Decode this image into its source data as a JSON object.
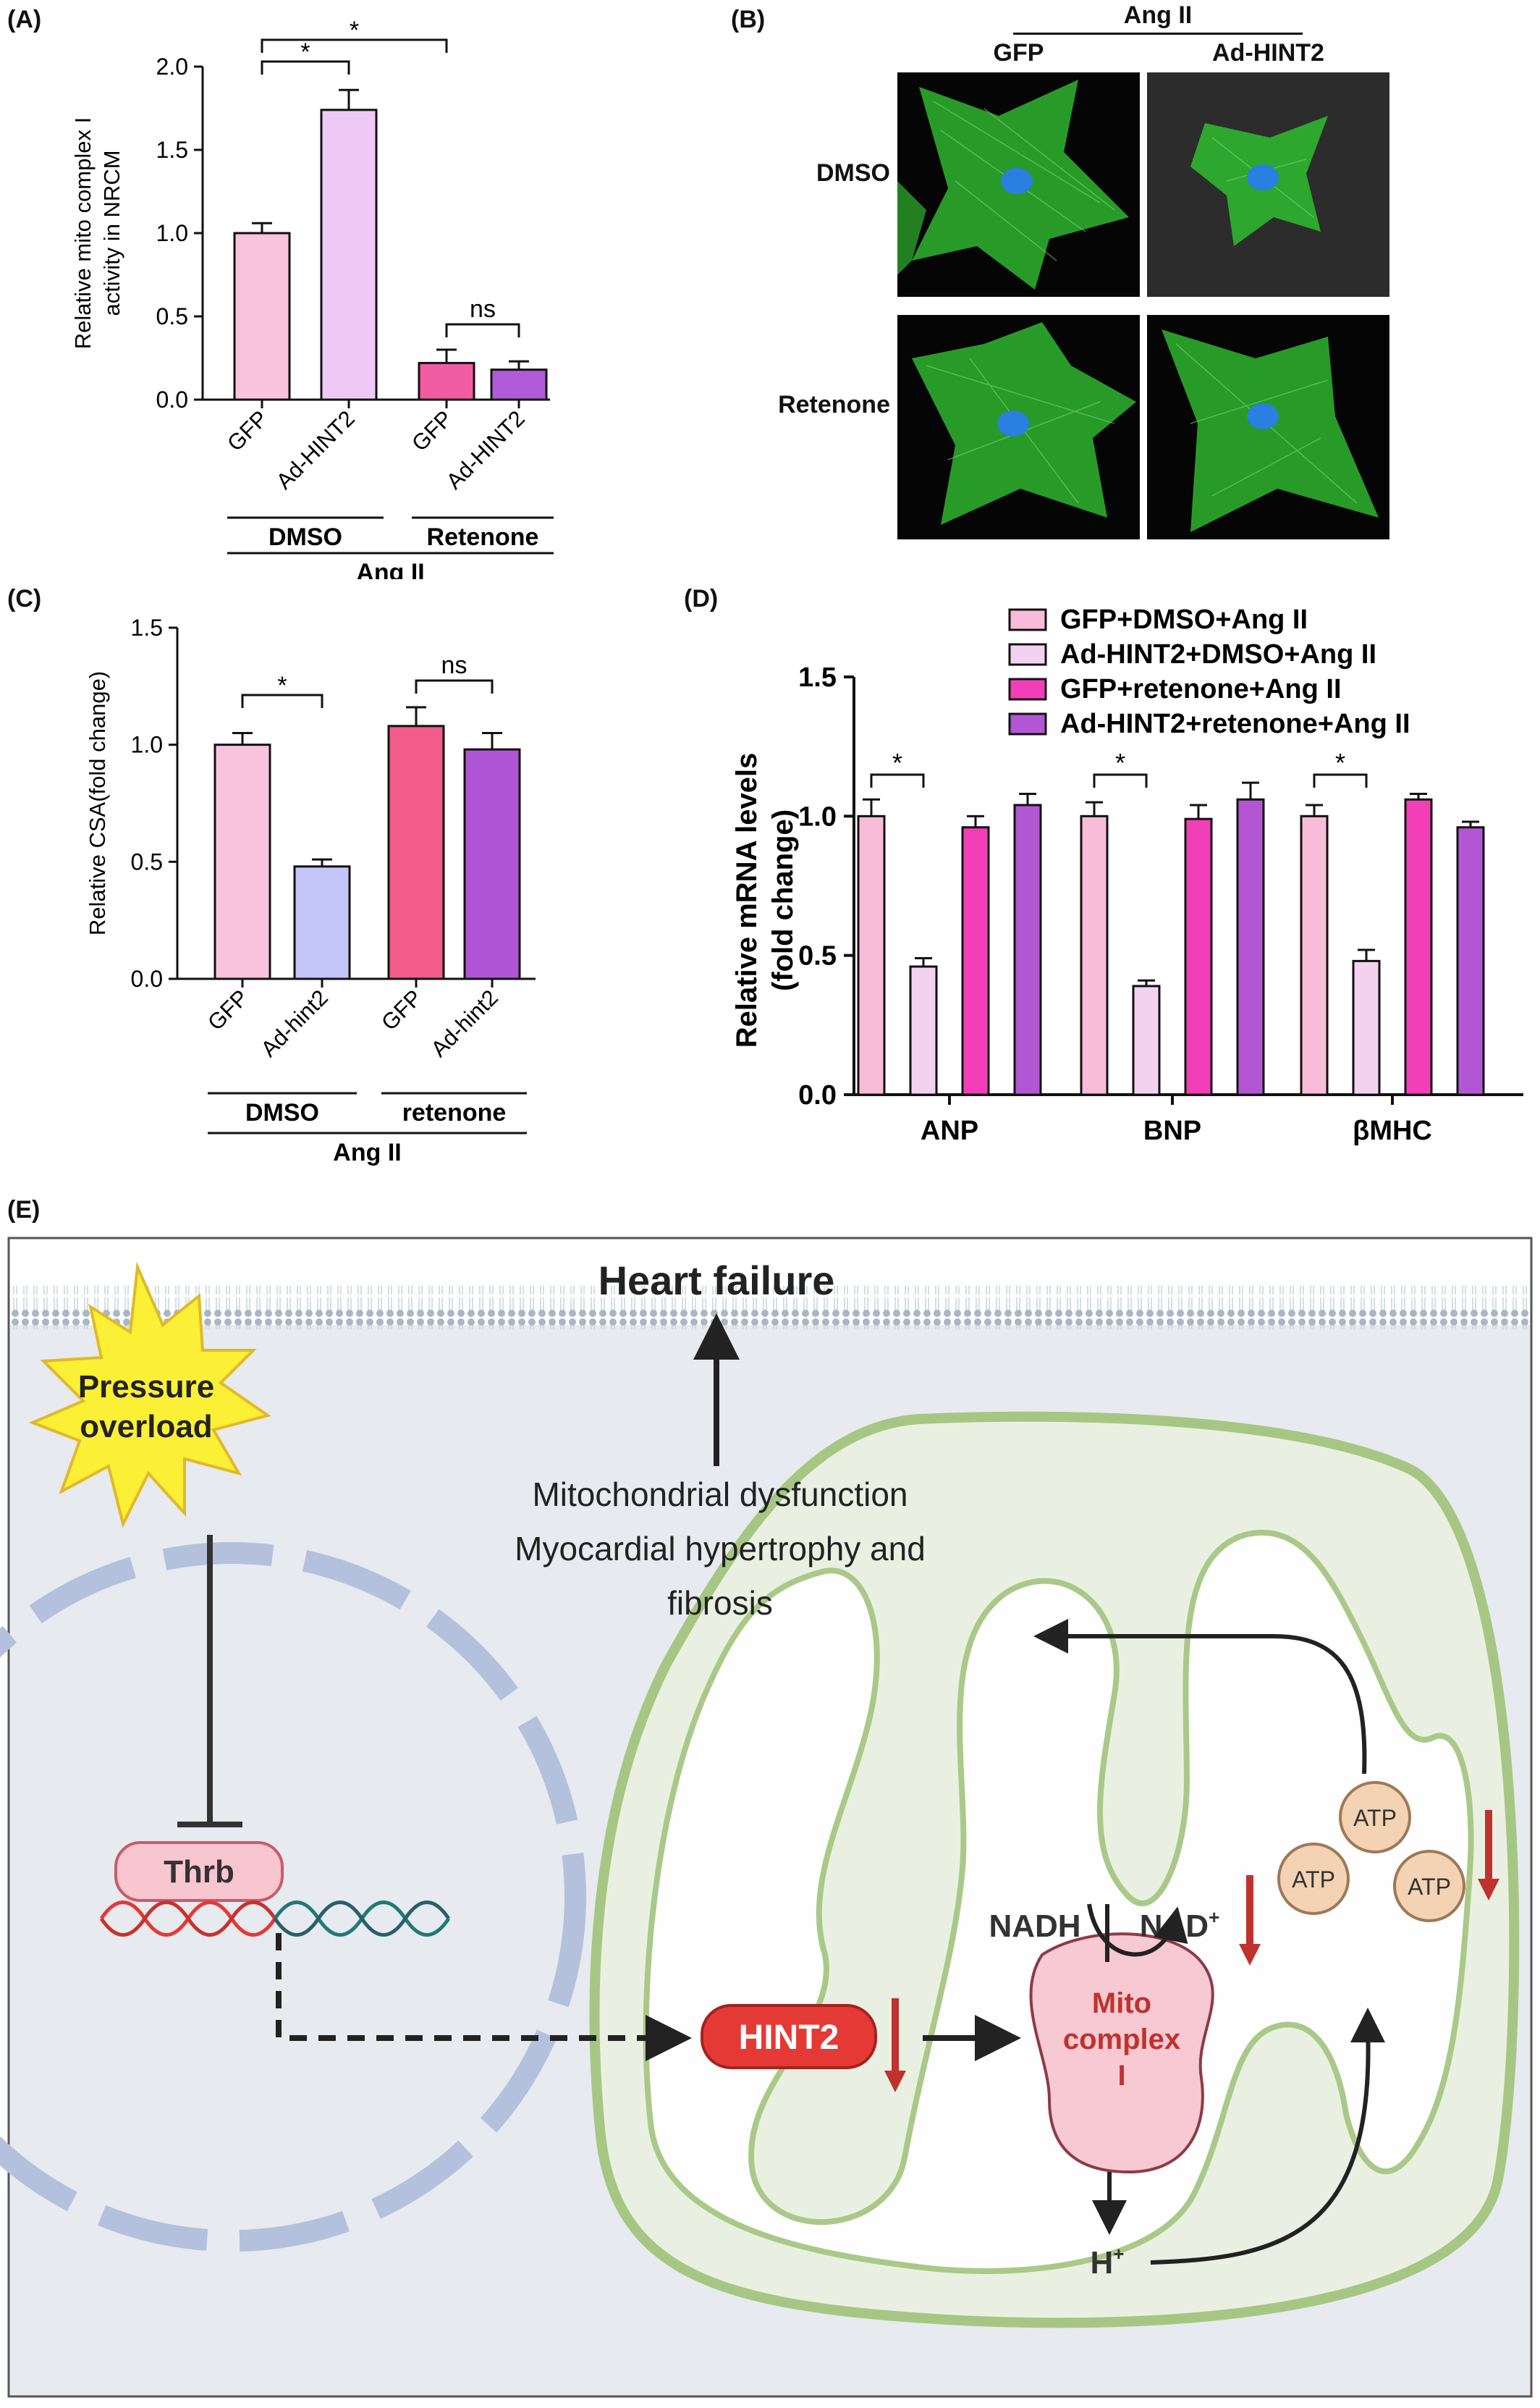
{
  "panels": {
    "A": {
      "label": "(A)",
      "chart_data": {
        "type": "bar",
        "ylabel": "Relative mito complex I activity in NRCM",
        "ylabel_lines": [
          "Relative mito complex I",
          "activity in NRCM"
        ],
        "ylim": [
          0,
          2.0
        ],
        "yticks": [
          "0.0",
          "0.5",
          "1.0",
          "1.5",
          "2.0"
        ],
        "categories": [
          "GFP",
          "Ad-HINT2",
          "GFP",
          "Ad-HINT2"
        ],
        "values": [
          1.0,
          1.74,
          0.22,
          0.18
        ],
        "errors": [
          0.06,
          0.12,
          0.08,
          0.05
        ],
        "colors": [
          "#f9c3dd",
          "#efc9f5",
          "#f25ca2",
          "#b05bd7"
        ],
        "groups": [
          {
            "label": "DMSO",
            "span": [
              0,
              1
            ]
          },
          {
            "label": "Retenone",
            "span": [
              2,
              3
            ]
          }
        ],
        "group_all": "Ang II",
        "significance": [
          {
            "from": 0,
            "to": 1,
            "text": "*"
          },
          {
            "from": 0,
            "to": 2,
            "text": "*"
          },
          {
            "from": 2,
            "to": 3,
            "text": "ns"
          }
        ]
      }
    },
    "B": {
      "label": "(B)",
      "top_header": "Ang II",
      "col_headers": [
        "GFP",
        "Ad-HINT2"
      ],
      "row_headers": [
        "DMSO",
        "Retenone"
      ],
      "cell_colors": {
        "background": "#0a0a0a",
        "cell": "#2fb52f",
        "nucleus": "#2a7fe0"
      }
    },
    "C": {
      "label": "(C)",
      "chart_data": {
        "type": "bar",
        "ylabel": "Relative CSA(fold change)",
        "ylim": [
          0,
          1.5
        ],
        "yticks": [
          "0.0",
          "0.5",
          "1.0",
          "1.5"
        ],
        "categories": [
          "GFP",
          "Ad-hint2",
          "GFP",
          "Ad-hint2"
        ],
        "values": [
          1.0,
          0.48,
          1.08,
          0.98
        ],
        "errors": [
          0.05,
          0.03,
          0.08,
          0.07
        ],
        "colors": [
          "#f9c3dd",
          "#c3c5f9",
          "#f25c8d",
          "#b055d6"
        ],
        "groups": [
          {
            "label": "DMSO",
            "span": [
              0,
              1
            ]
          },
          {
            "label": "retenone",
            "span": [
              2,
              3
            ]
          }
        ],
        "group_all": "Ang II",
        "significance": [
          {
            "from": 0,
            "to": 1,
            "text": "*"
          },
          {
            "from": 2,
            "to": 3,
            "text": "ns"
          }
        ]
      }
    },
    "D": {
      "label": "(D)",
      "chart_data": {
        "type": "bar",
        "ylabel": "Relative mRNA levels (fold change)",
        "ylabel_lines": [
          "Relative mRNA levels",
          "(fold change)"
        ],
        "ylim": [
          0,
          1.5
        ],
        "yticks": [
          "0.0",
          "0.5",
          "1.0",
          "1.5"
        ],
        "categories": [
          "ANP",
          "BNP",
          "βMHC"
        ],
        "legend_position": "top-right",
        "series": [
          {
            "name": "GFP+DMSO+Ang II",
            "color": "#f9bcd8",
            "values": [
              1.0,
              1.0,
              1.0
            ],
            "errors": [
              0.06,
              0.05,
              0.04
            ]
          },
          {
            "name": "Ad-HINT2+DMSO+Ang II",
            "color": "#f3d2f0",
            "values": [
              0.46,
              0.39,
              0.48
            ],
            "errors": [
              0.03,
              0.02,
              0.04
            ]
          },
          {
            "name": "GFP+retenone+Ang II",
            "color": "#f23fb8",
            "values": [
              0.96,
              0.99,
              1.06
            ],
            "errors": [
              0.04,
              0.05,
              0.02
            ]
          },
          {
            "name": "Ad-HINT2+retenone+Ang II",
            "color": "#b256d4",
            "values": [
              1.04,
              1.06,
              0.96
            ],
            "errors": [
              0.04,
              0.06,
              0.02
            ]
          }
        ],
        "significance": [
          {
            "category": 0,
            "text": "*"
          },
          {
            "category": 1,
            "text": "*"
          },
          {
            "category": 2,
            "text": "*"
          }
        ]
      }
    },
    "E": {
      "label": "(E)",
      "heart_failure": "Heart failure",
      "pressure_overload": [
        "Pressure",
        "overload"
      ],
      "outcome_lines": [
        "Mitochondrial dysfunction",
        "Myocardial hypertrophy and",
        "fibrosis"
      ],
      "thrb": "Thrb",
      "hint2": "HINT2",
      "mito_complex": [
        "Mito",
        "complex",
        "I"
      ],
      "nadh": "NADH",
      "nad": "NAD",
      "nad_sup": "+",
      "h": "H",
      "h_sup": "+",
      "atp": [
        "ATP",
        "ATP",
        "ATP"
      ],
      "colors": {
        "down_arrow": "#c0322e",
        "hint2": "#e53935",
        "membrane": "#a9b6c3",
        "mito": "#a6c784",
        "nucleus": "#b3c1dd"
      }
    }
  }
}
